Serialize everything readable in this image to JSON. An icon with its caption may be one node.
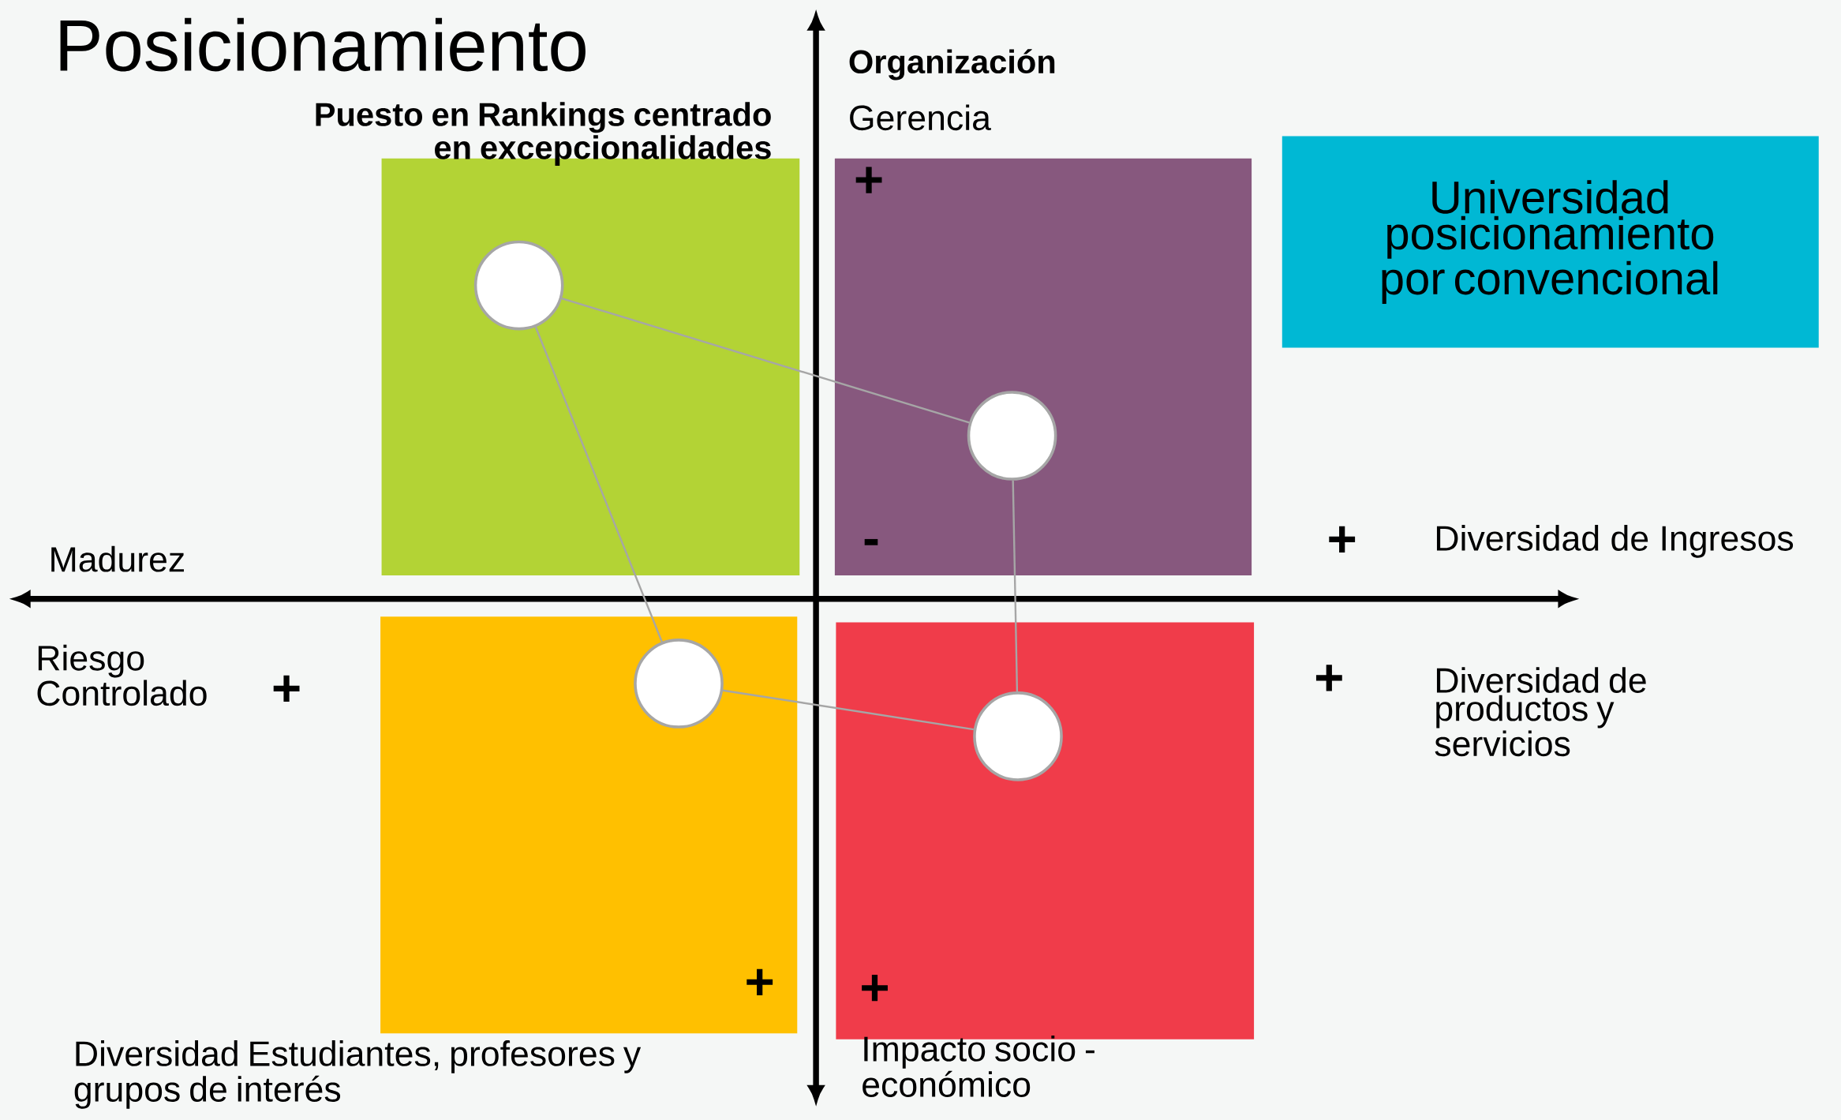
{
  "diagram": {
    "title": "Posicionamiento",
    "nodes": [
      {
        "text": [],
        "shape": "box"
      },
      {
        "text": [
          "+",
          "-"
        ]
      },
      {
        "text": [
          "Universidad posicionamiento por convencional"
        ]
      },
      {
        "text": [
          "+"
        ]
      },
      {
        "text": [
          "+"
        ]
      },
      {
        "text": [],
        "shape": "circle",
        "in": 0
      },
      {
        "text": [],
        "shape": "circle",
        "in": 1
      },
      {
        "text": [],
        "shape": "circle",
        "in": 3
      },
      {
        "text": [],
        "shape": "circle",
        "in": 4
      }
    ],
    "edges": [
      {
        "from": 5,
        "to": 6,
        "arrow": "none"
      },
      {
        "from": 5,
        "to": 7,
        "arrow": "none"
      },
      {
        "from": 6,
        "to": 8,
        "arrow": "none"
      },
      {
        "from": 7,
        "to": 8,
        "arrow": "none"
      }
    ],
    "labels": [
      "Puesto en Rankings centrado en excepcionalidades",
      "Organización",
      "Gerencia",
      "Madurez",
      "+",
      "Diversidad de Ingresos",
      "Riesgo Controlado",
      "+",
      "+",
      "Diversidad de productos y servicios",
      "Diversidad Estudiantes, profesores y grupos de interés",
      "Impacto socio - económico"
    ]
  }
}
